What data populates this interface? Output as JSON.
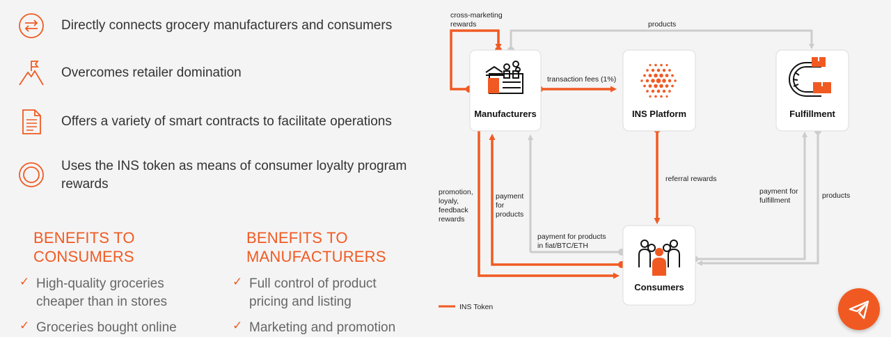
{
  "features": [
    {
      "text": "Directly connects grocery manufacturers and consumers",
      "icon": "arrows-exchange-icon"
    },
    {
      "text": "Overcomes retailer domination",
      "icon": "mountain-flag-icon"
    },
    {
      "text": "Offers a variety of smart contracts to facilitate operations",
      "icon": "document-icon"
    },
    {
      "text": "Uses the INS token as means of consumer loyalty program rewards",
      "icon": "rings-icon"
    }
  ],
  "benefits_consumers": {
    "title_line1": "BENEFITS TO",
    "title_line2": "CONSUMERS",
    "items": [
      {
        "line1": "High-quality groceries",
        "line2": "cheaper than in stores"
      },
      {
        "line1": "Groceries bought online",
        "line2": ""
      }
    ]
  },
  "benefits_manufacturers": {
    "title_line1": "BENEFITS TO",
    "title_line2": "MANUFACTURERS",
    "items": [
      {
        "line1": "Full control of product",
        "line2": "pricing and listing"
      },
      {
        "line1": "Marketing and promotion",
        "line2": ""
      }
    ]
  },
  "diagram": {
    "nodes": {
      "manufacturers": "Manufacturers",
      "platform": "INS Platform",
      "fulfillment": "Fulfillment",
      "consumers": "Consumers"
    },
    "edges": {
      "cross_marketing_1": "cross-marketing",
      "cross_marketing_2": "rewards",
      "products_top": "products",
      "transaction_fees": "transaction fees (1%)",
      "referral_rewards": "referral rewards",
      "payment_fulfillment_1": "payment for",
      "payment_fulfillment_2": "fulfillment",
      "products_right": "products",
      "promotion_1": "promotion,",
      "promotion_2": "loyaly,",
      "promotion_3": "feedback",
      "promotion_4": "rewards",
      "payment_products_1": "payment",
      "payment_products_2": "for",
      "payment_products_3": "products",
      "payment_fiat_1": "payment for products",
      "payment_fiat_2": "in fiat/BTC/ETH"
    },
    "legend": "INS Token",
    "colors": {
      "token": "#f05a22",
      "flow": "#cccccc"
    }
  },
  "fab_icon": "paper-plane-icon"
}
